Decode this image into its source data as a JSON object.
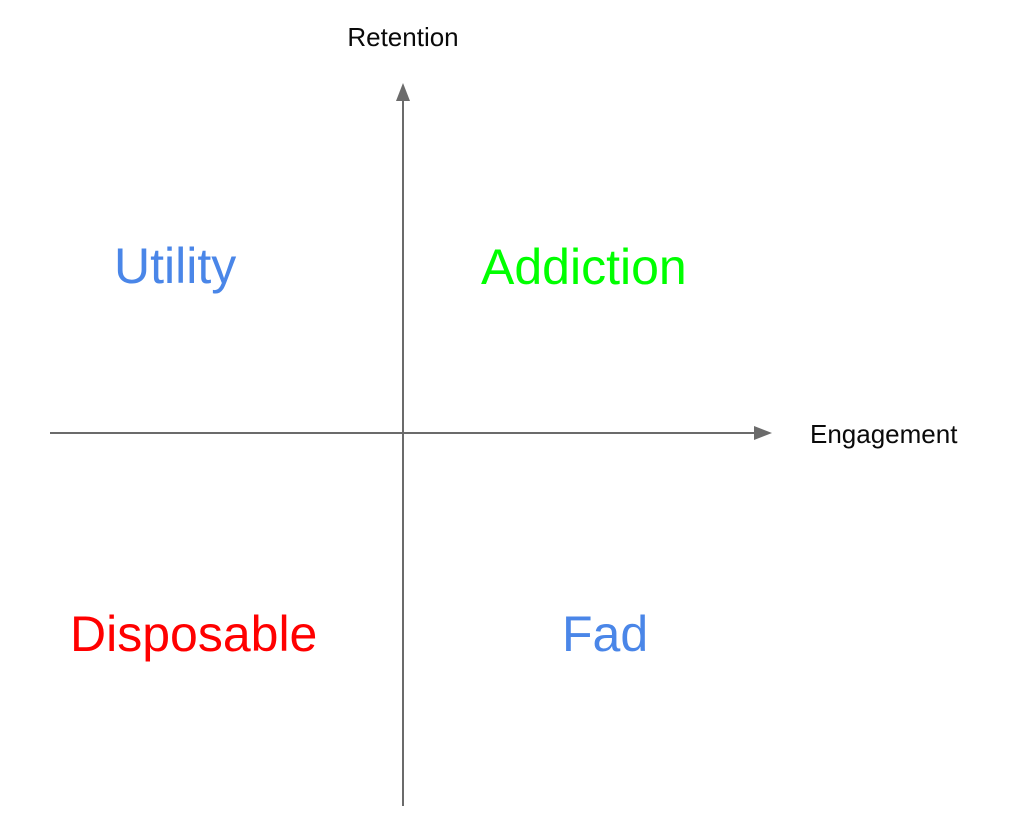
{
  "diagram": {
    "axes": {
      "y_label": "Retention",
      "x_label": "Engagement",
      "line_color": "#6b6b6b",
      "label_color": "#0a0a0a"
    },
    "quadrants": [
      {
        "position": "top-left",
        "label": "Utility",
        "color": "#4a86e8"
      },
      {
        "position": "top-right",
        "label": "Addiction",
        "color": "#00ff00"
      },
      {
        "position": "bottom-left",
        "label": "Disposable",
        "color": "#ff0000"
      },
      {
        "position": "bottom-right",
        "label": "Fad",
        "color": "#4a86e8"
      }
    ]
  }
}
